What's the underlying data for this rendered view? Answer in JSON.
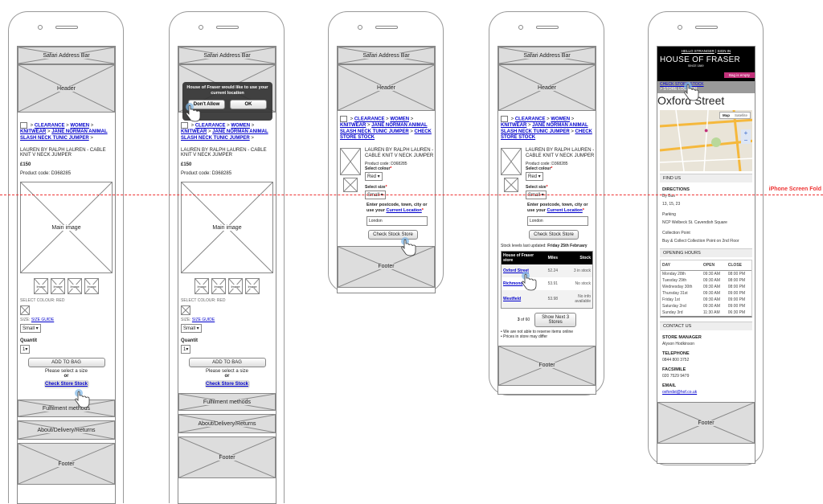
{
  "common": {
    "address_bar": "Safari Address Bar",
    "header": "Header",
    "footer": "Footer",
    "main_image": "Main image",
    "image": "Image",
    "bc_sep": ">",
    "bc": [
      "CLEARANCE",
      "WOMEN",
      "KNITWEAR",
      "JANE NORMAN ANIMAL SLASH NECK TUNIC JUMPER"
    ],
    "bc_extra": "CHECK STORE STOCK",
    "product_title": "LAUREN BY RALPH LAUREN - CABLE KNIT V NECK JUMPER",
    "price": "£150",
    "product_code": "Product code: D368285",
    "select_colour": "SELECT COLOUR: RED",
    "size_label": "SIZE:",
    "size_guide": "SIZE GUIDE",
    "size_value": "Small",
    "quantity": "Quantit",
    "qty_value": "1",
    "add_to_bag": "ADD TO BAG",
    "please_select": "Please select a size",
    "or": "or",
    "check_store_stock": "Check Store Stock",
    "fulfilment": "Fulfilment methods",
    "about": "About/Delivery/Returns",
    "select_colour_f": "Select colour",
    "colour_value": "Red",
    "select_size_f": "Select size",
    "required": "*",
    "postcode_label": "Enter postcode, town, city or use your",
    "current_location": "Current Location",
    "postcode_value": "London",
    "check_stock_store": "Check Stock Store"
  },
  "dialog": {
    "message": "House of Fraser would like to use your current location",
    "dont_allow": "Don't Allow",
    "ok": "OK"
  },
  "stock": {
    "updated_label": "Stock levels last updated:",
    "updated_value": "Friday 25th February",
    "headers": [
      "House of Fraser store",
      "Miles",
      "Stock"
    ],
    "rows": [
      {
        "store": "Oxford Street",
        "miles": "52.24",
        "stock": "3 in stock"
      },
      {
        "store": "Richmond",
        "miles": "53.91",
        "stock": "No stock"
      },
      {
        "store": "Westfield",
        "miles": "53.98",
        "stock": "No info available"
      }
    ],
    "page_current": "3",
    "page_of": "of 60",
    "next": "Show Next 3 Stores",
    "notes": [
      "• We are not able to reserve items online",
      "• Prices in store may differ"
    ]
  },
  "store": {
    "hello": "HELLO STRANGER",
    "sign_in": "SIGN IN",
    "brand": "HOUSE OF FRASER",
    "since": "SINCE 1849",
    "bag": "Bag is empty",
    "crumb1": "CHECK STORE STOCK",
    "crumb2": "> STORE LOCATOR",
    "title": "Oxford Street",
    "map_btn": "Map",
    "sat_btn": "Satellite",
    "zoom_in": "+",
    "zoom_out": "−",
    "find_us": "FIND US",
    "directions": "DIRECTIONS",
    "by_bus": "By Bus",
    "bus": "13, 15, 23",
    "parking": "Parking",
    "parking_v": "NCP Welbeck St. Cavendish Square",
    "collection": "Collection Point",
    "collection_v": "Buy & Collect Collection Point on 2nd Floor",
    "opening": "OPENING HOURS",
    "hours_headers": [
      "DAY",
      "OPEN",
      "CLOSE"
    ],
    "hours": [
      [
        "Monday 28th",
        "09:30 AM",
        "08:00 PM"
      ],
      [
        "Tuesday 29th",
        "09:30 AM",
        "08:00 PM"
      ],
      [
        "Wednesday 30th",
        "09:30 AM",
        "08:00 PM"
      ],
      [
        "Thursday 31st",
        "09:30 AM",
        "09:00 PM"
      ],
      [
        "Friday 1st",
        "09:30 AM",
        "09:00 PM"
      ],
      [
        "Saturday 2nd",
        "09:30 AM",
        "09:00 PM"
      ],
      [
        "Sunday 3rd",
        "11:30 AM",
        "06:30 PM"
      ]
    ],
    "contact": "CONTACT US",
    "manager_l": "STORE MANAGER",
    "manager": "Alyson Hodkinson",
    "tel_l": "TELEPHONE",
    "tel": "0844 800 3752",
    "fax_l": "FACSIMILE",
    "fax": "020 7529 9479",
    "email_l": "EMAIL",
    "email": "oxfordst@hof.co.uk"
  },
  "fold_label": "iPhone Screen Fold"
}
